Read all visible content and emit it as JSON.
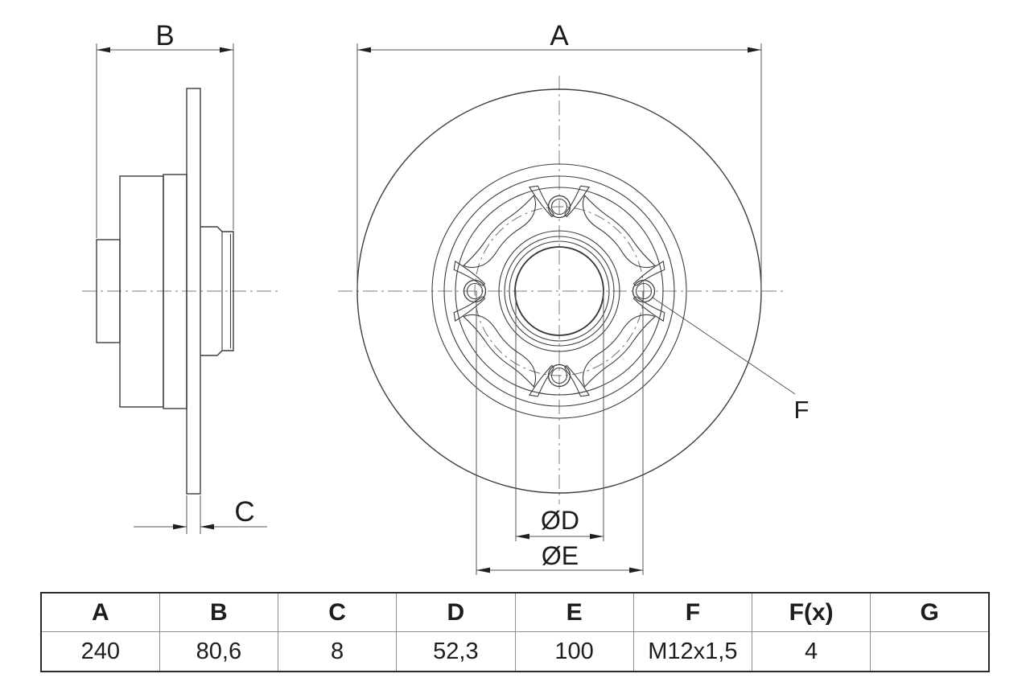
{
  "drawing": {
    "dim_labels": {
      "a": "A",
      "b": "B",
      "c": "C",
      "d": "ØD",
      "e": "ØE",
      "f": "F"
    },
    "ink_color": "#3d3d3d"
  },
  "table": {
    "headers": [
      "A",
      "B",
      "C",
      "D",
      "E",
      "F",
      "F(x)",
      "G"
    ],
    "values": [
      "240",
      "80,6",
      "8",
      "52,3",
      "100",
      "M12x1,5",
      "4",
      ""
    ]
  }
}
